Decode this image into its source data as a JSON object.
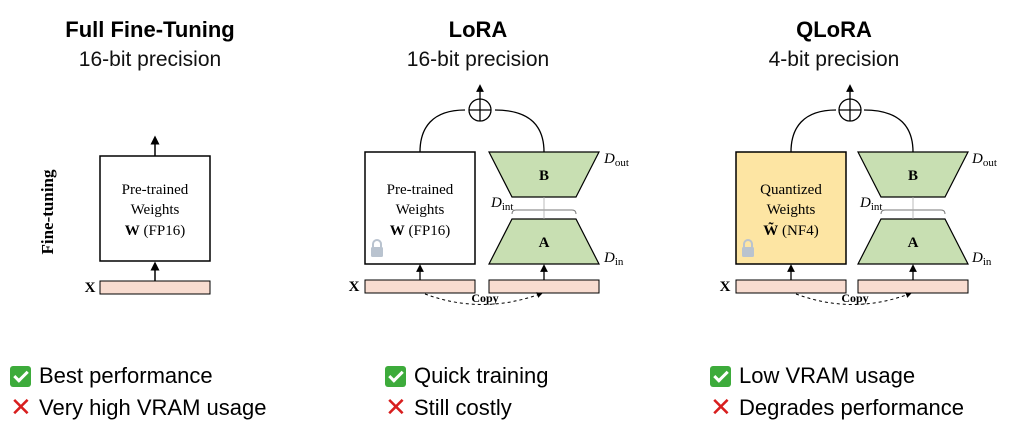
{
  "columns": [
    {
      "title": "Full Fine-Tuning",
      "subtitle": "16-bit precision",
      "pros": [
        "Best performance"
      ],
      "cons": [
        "Very high VRAM usage"
      ]
    },
    {
      "title": "LoRA",
      "subtitle": "16-bit precision",
      "pros": [
        "Quick training"
      ],
      "cons": [
        "Still costly"
      ]
    },
    {
      "title": "QLoRA",
      "subtitle": "4-bit precision",
      "pros": [
        "Low VRAM usage"
      ],
      "cons": [
        "Degrades performance"
      ]
    }
  ],
  "diagram": {
    "side_label": "Fine-tuning",
    "input_label": "X",
    "copy_label": "Copy",
    "plus_symbol": "⊕",
    "full": {
      "line1": "Pre-trained",
      "line2": "Weights",
      "line3_bold": "W",
      "line3_rest": " (FP16)"
    },
    "lora": {
      "line1": "Pre-trained",
      "line2": "Weights",
      "line3_bold": "W",
      "line3_rest": " (FP16)"
    },
    "qlora": {
      "line1": "Quantized",
      "line2": "Weights",
      "line3_bold": "W̃",
      "line3_rest": " (NF4)"
    },
    "block_b": "B",
    "block_a": "A",
    "d_out": "D",
    "d_out_sub": "out",
    "d_int": "D",
    "d_int_sub": "int",
    "d_in": "D",
    "d_in_sub": "in"
  },
  "colors": {
    "weights_plain": "#ffffff",
    "weights_quantized": "#fde5a3",
    "adapter_green": "#c8dfb2",
    "input_bar": "#f8dcd0",
    "check_green": "#3dab3b",
    "cross_red": "#d81e1e",
    "lock_gray": "#b9c3cf"
  },
  "icons": [
    "lock-icon",
    "plus-circle-icon",
    "check-icon",
    "cross-icon"
  ]
}
